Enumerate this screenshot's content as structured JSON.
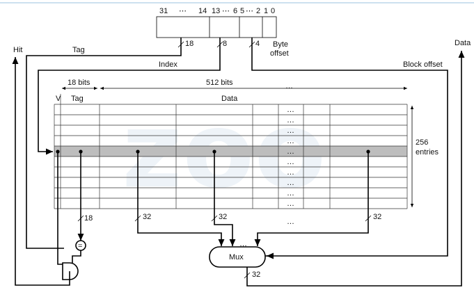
{
  "address": {
    "bit_labels": [
      "31",
      "⋯",
      "14",
      "13",
      "⋯",
      "6",
      "5",
      "⋯",
      "2",
      "1",
      "0"
    ],
    "field_widths": [
      "18",
      "8",
      "4"
    ],
    "byte_offset_label": [
      "Byte",
      "offset"
    ]
  },
  "labels": {
    "hit": "Hit",
    "data": "Data",
    "tag": "Tag",
    "index": "Index",
    "block_offset": "Block offset",
    "bits_18": "18 bits",
    "bits_512": "512 bits",
    "v": "V",
    "tag_col": "Tag",
    "data_col": "Data",
    "entries": [
      "256",
      "entries"
    ],
    "ellipsis": "…",
    "mux": "Mux",
    "equals": "=",
    "bus_18": "18",
    "bus_32": "32"
  },
  "colors": {
    "selected_row": "#bdbdbd",
    "accent_top_line": "#bcd7ea",
    "watermark": "#eef3f8"
  }
}
